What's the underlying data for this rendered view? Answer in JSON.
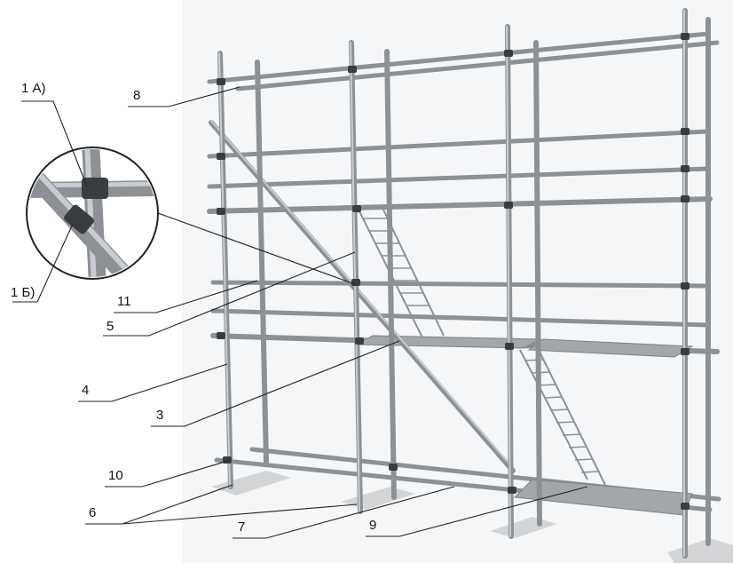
{
  "labels": {
    "l1a": "1 А)",
    "l1b": "1 Б)",
    "l3": "3",
    "l4": "4",
    "l5": "5",
    "l6": "6",
    "l7": "7",
    "l8": "8",
    "l9": "9",
    "l10": "10",
    "l11": "11"
  },
  "colors": {
    "tube": "#8d9196",
    "tube_highlight": "#c9ccd0",
    "clamp": "#3a3d40",
    "deck": "#9a9ea3",
    "base_pad": "#cfd1d3",
    "background_panel": "#f3f4f5",
    "leader": "#222222"
  }
}
